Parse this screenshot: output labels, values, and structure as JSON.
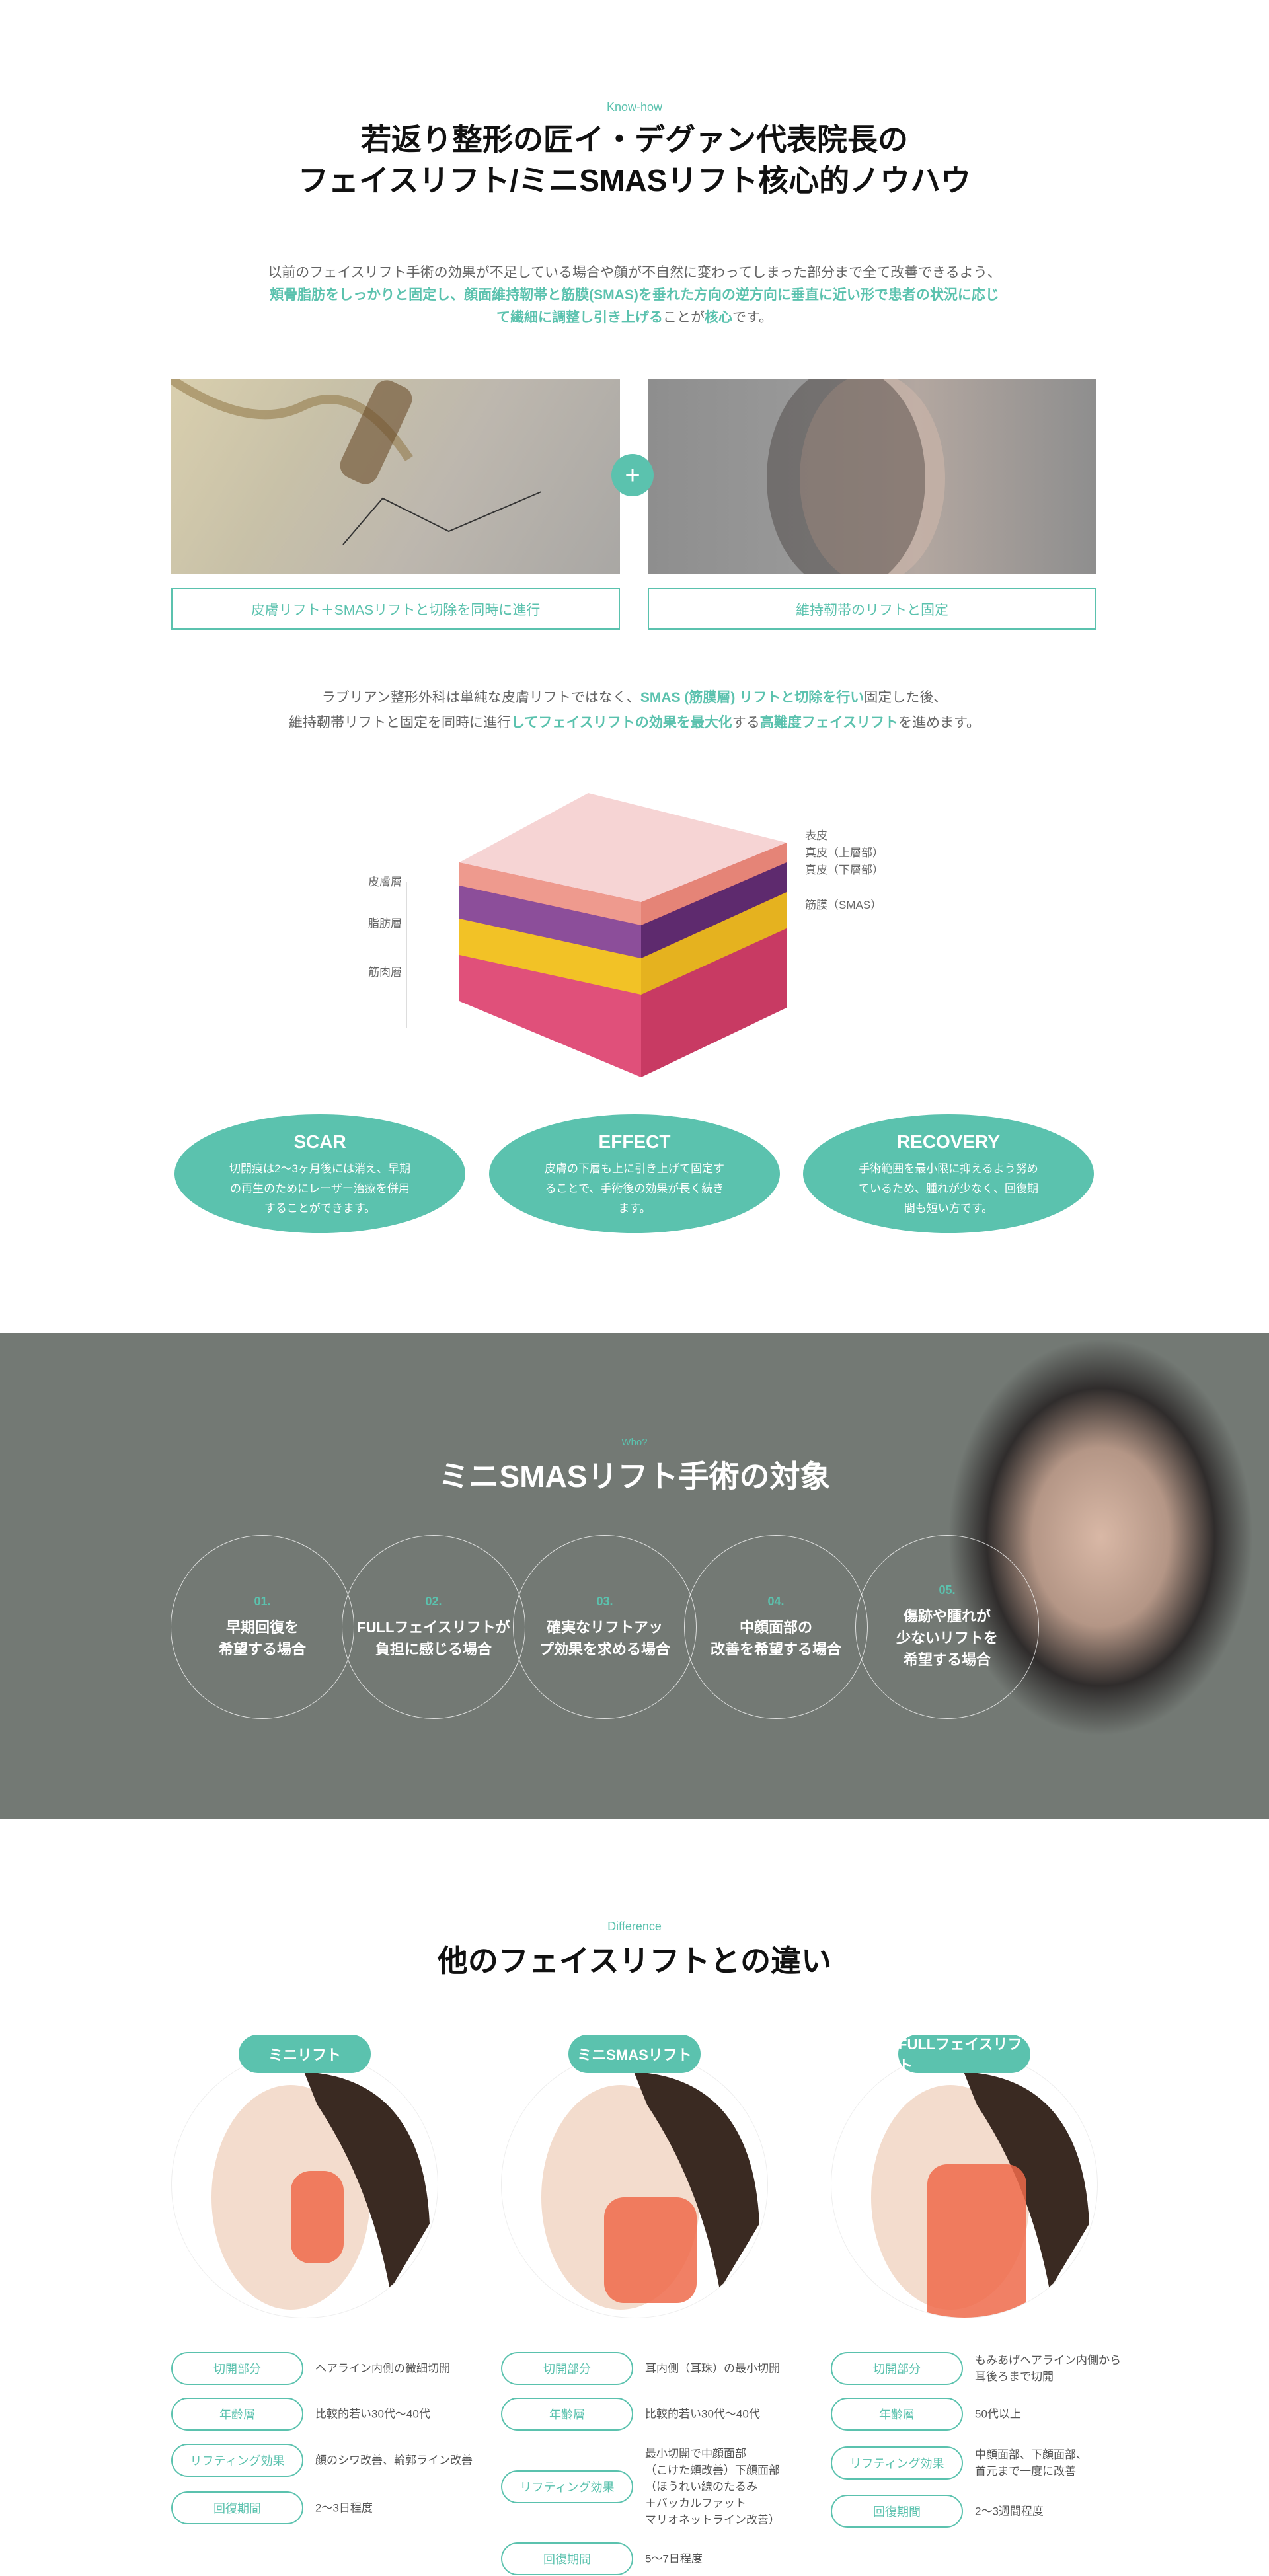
{
  "knowhow": {
    "eyebrow": "Know-how",
    "title_line1": "若返り整形の匠イ・デグァン代表院長の",
    "title_line2": "フェイスリフト/ミニSMASリフト核心的ノウハウ",
    "intro": {
      "line1": "以前のフェイスリフト手術の効果が不足している場合や顔が不自然に変わってしまった部分まで全て改善できるよう、",
      "line2_hl": "頬骨脂肪をしっかりと固定し、顔面維持靭帯と筋膜(SMAS)を垂れた方向の逆方向に垂直に近い形で患者の状況に応じ",
      "line3_hl1": "て繊細に調整し引き上げる",
      "line3_a": "ことが",
      "line3_hl2": "核心",
      "line3_b": "です。"
    },
    "plus_symbol": "+",
    "captions": [
      "皮膚リフト＋SMASリフトと切除を同時に進行",
      "維持靭帯のリフトと固定"
    ],
    "para2": {
      "a": "ラブリアン整形外科は単純な皮膚リフトではなく、",
      "b": "SMAS (筋膜層) リフトと切除を行い",
      "c": "固定した後、",
      "d": "維持靭帯リフトと固定を同時に進行",
      "e": "してフェイスリフトの効果を最大化",
      "f": "する",
      "g": "高難度フェイスリフト",
      "h": "を進めます。"
    },
    "skin_labels_left": [
      "皮膚層",
      "脂肪層",
      "筋肉層"
    ],
    "skin_labels_right": [
      "表皮",
      "真皮（上層部）",
      "真皮（下層部）",
      "筋膜（SMAS）"
    ],
    "cards": [
      {
        "title": "SCAR",
        "desc": "切開痕は2～3ヶ月後には消え、早期の再生のためにレーザー治療を併用することができます。"
      },
      {
        "title": "EFFECT",
        "desc": "皮膚の下層も上に引き上げて固定することで、手術後の効果が長く続きます。"
      },
      {
        "title": "RECOVERY",
        "desc": "手術範囲を最小限に抑えるよう努めているため、腫れが少なく、回復期間も短い方です。"
      }
    ]
  },
  "who": {
    "eyebrow": "Who?",
    "title": "ミニSMASリフト手術の対象",
    "items": [
      {
        "num": "01.",
        "l1": "早期回復を",
        "l2": "希望する場合",
        "l3": ""
      },
      {
        "num": "02.",
        "l1": "FULLフェイスリフトが",
        "l2": "負担に感じる場合",
        "l3": ""
      },
      {
        "num": "03.",
        "l1": "確実なリフトアッ",
        "l2": "プ効果を求める場合",
        "l3": ""
      },
      {
        "num": "04.",
        "l1": "中顔面部の",
        "l2": "改善を希望する場合",
        "l3": ""
      },
      {
        "num": "05.",
        "l1": "傷跡や腫れが",
        "l2": "少ないリフトを",
        "l3": "希望する場合"
      }
    ]
  },
  "difference": {
    "eyebrow": "Difference",
    "title": "他のフェイスリフトとの違い",
    "columns": [
      {
        "name": "ミニリフト",
        "rows": [
          {
            "label": "切開部分",
            "value": "ヘアライン内側の微細切開"
          },
          {
            "label": "年齢層",
            "value": "比較的若い30代～40代"
          },
          {
            "label": "リフティング効果",
            "value": "顔のシワ改善、輪郭ライン改善"
          },
          {
            "label": "回復期間",
            "value": "2～3日程度"
          }
        ]
      },
      {
        "name": "ミニSMASリフト",
        "rows": [
          {
            "label": "切開部分",
            "value": "耳内側（耳珠）の最小切開"
          },
          {
            "label": "年齢層",
            "value": "比較的若い30代～40代"
          },
          {
            "label": "リフティング効果",
            "value": "最小切開で中顔面部\n（こけた頬改善）下顔面部\n（ほうれい線のたるみ\n＋バッカルファット\nマリオネットライン改善）"
          },
          {
            "label": "回復期間",
            "value": "5～7日程度"
          }
        ]
      },
      {
        "name": "FULLフェイスリフト",
        "rows": [
          {
            "label": "切開部分",
            "value": "もみあげヘアライン内側から\n耳後ろまで切開"
          },
          {
            "label": "年齢層",
            "value": "50代以上"
          },
          {
            "label": "リフティング効果",
            "value": "中顔面部、下顔面部、\n首元まで一度に改善"
          },
          {
            "label": "回復期間",
            "value": "2～3週間程度"
          }
        ]
      }
    ]
  },
  "colors": {
    "accent": "#5bc2ae",
    "dark_bg": "#737974"
  }
}
